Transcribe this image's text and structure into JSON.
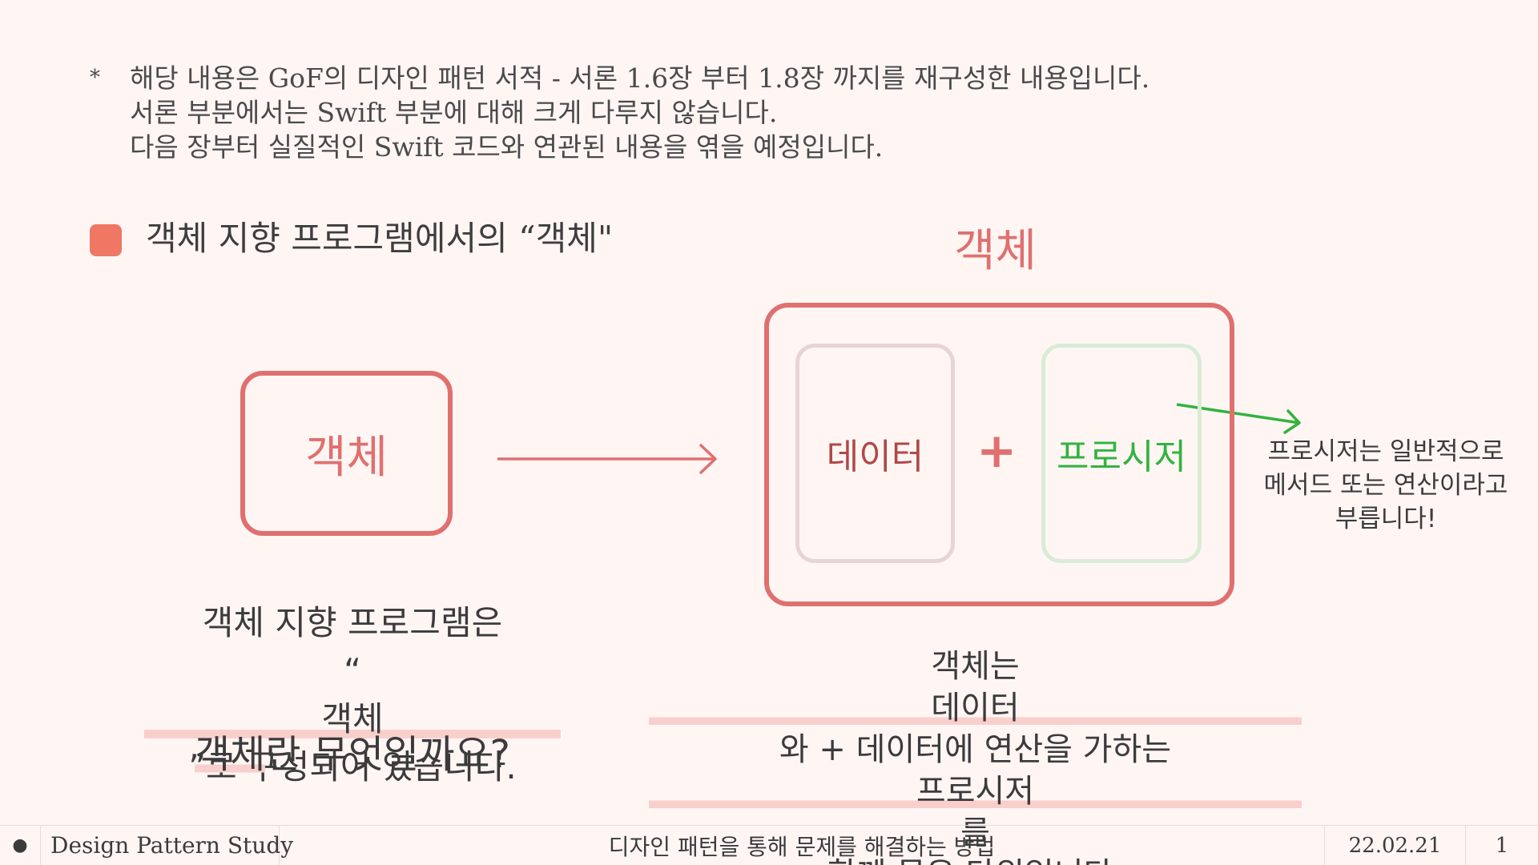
{
  "note": {
    "asterisk": "*",
    "lines": [
      "해당 내용은 GoF의 디자인 패턴 서적 - 서론 1.6장 부터 1.8장 까지를 재구성한 내용입니다.",
      "서론 부분에서는 Swift 부분에 대해 크게 다루지 않습니다.",
      "다음 장부터 실질적인 Swift 코드와 연관된 내용을 엮을 예정입니다."
    ]
  },
  "section": {
    "title": "객체 지향 프로그램에서의 “객체\"",
    "marker_color": "#ef7763"
  },
  "diagram": {
    "left_box_label": "객체",
    "object_title": "객체",
    "data_label": "데이터",
    "plus": "+",
    "procedure_label": "프로시저",
    "procedure_note": [
      "프로시저는 일반적으로",
      "메서드 또는 연산이라고",
      "부릅니다!"
    ],
    "accent_color": "#e0706f",
    "procedure_color": "#33b33f"
  },
  "left_caption": {
    "line1": "객체 지향 프로그램은",
    "line2_quote_open": "“",
    "line2_highlight": "객체",
    "line2_rest": "”로 구성되어 있습니다.",
    "question_highlight": "객체",
    "question_rest": "란 무엇일까요?"
  },
  "right_caption": {
    "line1": "객체는",
    "line2_highlight_a": "데이터",
    "line2_middle": "와 + 데이터에 연산을 가하는 ",
    "line2_highlight_b": "프로시저",
    "line2_end": "를",
    "line3": "함께 묶은 단위입니다."
  },
  "footer": {
    "dot": "●",
    "title": "Design Pattern Study",
    "subtitle": "디자인 패턴을 통해 문제를 해결하는 방법",
    "date": "22.02.21",
    "page": "1"
  }
}
